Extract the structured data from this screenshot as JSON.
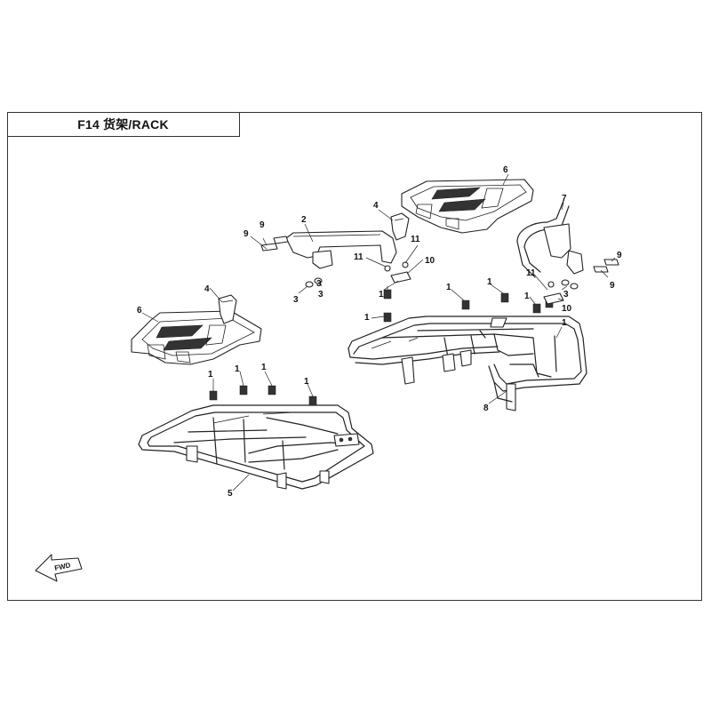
{
  "title": "F14 货架/RACK",
  "fwd_label": "FWD",
  "callouts": {
    "c_2": "2",
    "c_3a": "3",
    "c_3b": "3",
    "c_3c": "3",
    "c_3d": "3",
    "c_4a": "4",
    "c_4b": "4",
    "c_5": "5",
    "c_6a": "6",
    "c_6b": "6",
    "c_7": "7",
    "c_8": "8",
    "c_9a": "9",
    "c_9b": "9",
    "c_9c": "9",
    "c_9d": "9",
    "c_10a": "10",
    "c_10b": "10",
    "c_11a": "11",
    "c_11b": "11",
    "c_11c": "11",
    "c_1a": "1",
    "c_1b": "1",
    "c_1c": "1",
    "c_1d": "1",
    "c_1e": "1",
    "c_1f": "1",
    "c_1g": "1",
    "c_1h": "1",
    "c_1i": "1",
    "c_1j": "1"
  }
}
